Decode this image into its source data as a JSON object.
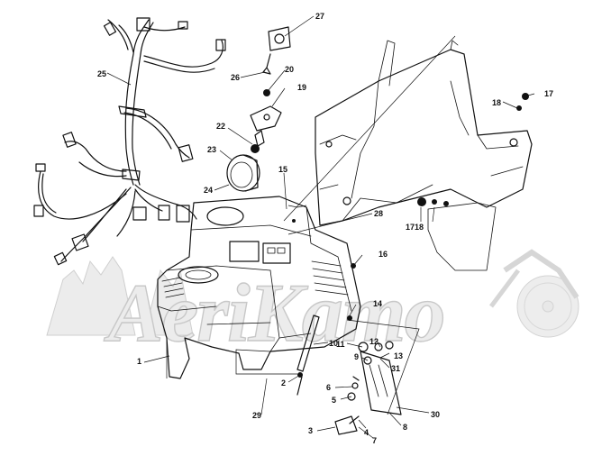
{
  "watermark": {
    "text": "AeriKamo"
  },
  "callouts": [
    {
      "id": "c1",
      "text": "1"
    },
    {
      "id": "c2",
      "text": "2"
    },
    {
      "id": "c3",
      "text": "3"
    },
    {
      "id": "c4",
      "text": "4"
    },
    {
      "id": "c5",
      "text": "5"
    },
    {
      "id": "c6",
      "text": "6"
    },
    {
      "id": "c7",
      "text": "7"
    },
    {
      "id": "c8",
      "text": "8"
    },
    {
      "id": "c9",
      "text": "9"
    },
    {
      "id": "c10",
      "text": "10"
    },
    {
      "id": "c11",
      "text": "11"
    },
    {
      "id": "c12",
      "text": "12"
    },
    {
      "id": "c13",
      "text": "13"
    },
    {
      "id": "c14",
      "text": "14"
    },
    {
      "id": "c15",
      "text": "15"
    },
    {
      "id": "c16",
      "text": "16"
    },
    {
      "id": "c17a",
      "text": "17"
    },
    {
      "id": "c17b",
      "text": "17"
    },
    {
      "id": "c18a",
      "text": "18"
    },
    {
      "id": "c18b",
      "text": "18"
    },
    {
      "id": "c19",
      "text": "19"
    },
    {
      "id": "c20",
      "text": "20"
    },
    {
      "id": "c22",
      "text": "22"
    },
    {
      "id": "c23",
      "text": "23"
    },
    {
      "id": "c24",
      "text": "24"
    },
    {
      "id": "c25",
      "text": "25"
    },
    {
      "id": "c26",
      "text": "26"
    },
    {
      "id": "c27",
      "text": "27"
    },
    {
      "id": "c28",
      "text": "28"
    },
    {
      "id": "c29",
      "text": "29"
    },
    {
      "id": "c30",
      "text": "30"
    },
    {
      "id": "c31",
      "text": "31"
    }
  ]
}
